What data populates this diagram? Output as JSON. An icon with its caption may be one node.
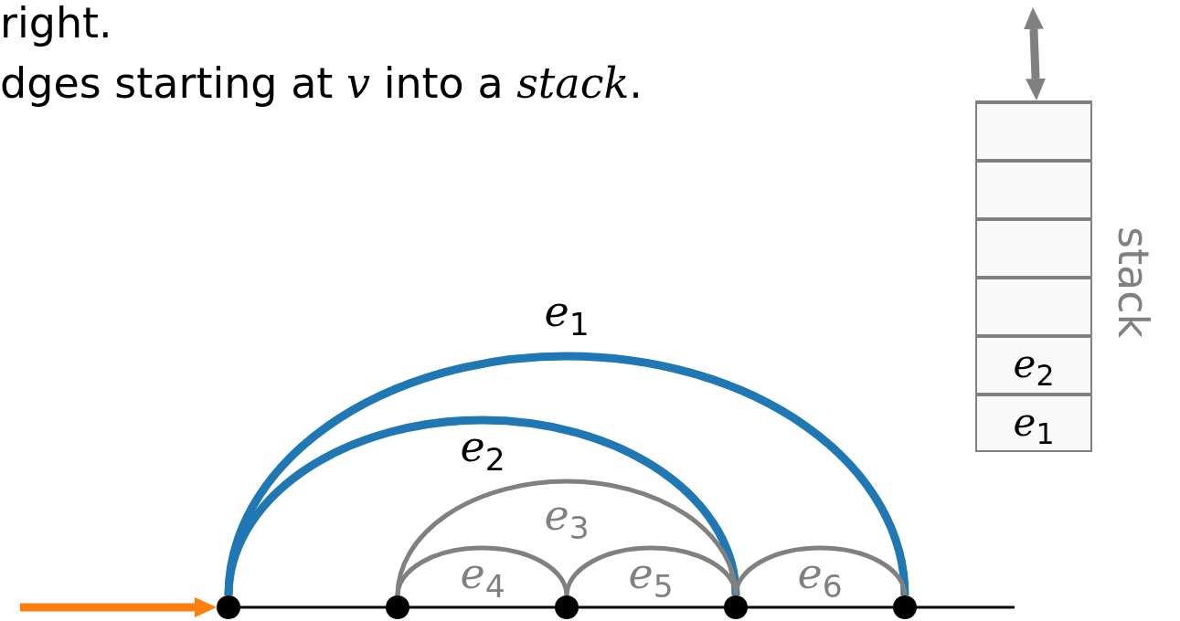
{
  "diagram": {
    "nodes": [
      {
        "text": [],
        "shape": "box",
        "beside": [
          "stack"
        ]
      },
      {
        "text": [],
        "shape": "box",
        "in": 0
      },
      {
        "text": [],
        "shape": "box",
        "in": 0
      },
      {
        "text": [],
        "shape": "box",
        "in": 0
      },
      {
        "text": [],
        "shape": "box",
        "in": 0
      },
      {
        "text": [
          "*e*$_{2}$"
        ],
        "in": 0
      },
      {
        "text": [
          "*e*$_{1}$"
        ],
        "in": 0
      },
      {
        "text": [],
        "shape": "circle"
      },
      {
        "text": [],
        "shape": "circle"
      },
      {
        "text": [],
        "shape": "circle"
      },
      {
        "text": [],
        "shape": "circle"
      },
      {
        "text": [],
        "shape": "circle"
      }
    ],
    "edges": [
      {
        "from": 7,
        "to": 11,
        "arrow": "none",
        "label": "*e*$_{1}$",
        "style": "thick",
        "color": "#1f77b4"
      },
      {
        "from": 7,
        "to": 10,
        "arrow": "none",
        "label": "*e*$_{2}$",
        "style": "thick",
        "color": "#1f77b4"
      },
      {
        "from": 8,
        "to": 10,
        "arrow": "none",
        "label": "*e*$_{3}$"
      },
      {
        "from": 8,
        "to": 9,
        "arrow": "none",
        "label": "*e*$_{4}$"
      },
      {
        "from": 9,
        "to": 10,
        "arrow": "none",
        "label": "*e*$_{5}$"
      },
      {
        "from": 10,
        "to": 11,
        "arrow": "none",
        "label": "*e*$_{6}$"
      },
      {
        "from": null,
        "to": 7,
        "arrow": "to",
        "style": "thick",
        "color": "#ff7f0e"
      },
      {
        "from": null,
        "to": 0,
        "arrow": "both",
        "style": "thick"
      }
    ],
    "labels": [
      "right.",
      "dges starting at *v* into a *stack*."
    ]
  }
}
